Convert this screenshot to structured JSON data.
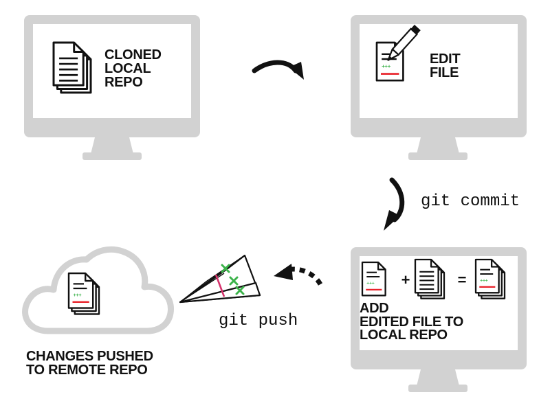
{
  "steps": {
    "cloned": {
      "line1": "CLONED",
      "line2": "LOCAL",
      "line3": "REPO"
    },
    "edit": {
      "line1": "EDIT",
      "line2": "FILE"
    },
    "add": {
      "line1": "ADD",
      "line2": "EDITED FILE TO",
      "line3": "LOCAL REPO"
    },
    "pushed": {
      "line1": "CHANGES PUSHED",
      "line2": "TO REMOTE REPO"
    }
  },
  "commands": {
    "commit": "git commit",
    "push": "git push"
  },
  "doc_marks": {
    "plus": "+++"
  },
  "operators": {
    "plus": "+",
    "equals": "="
  },
  "colors": {
    "monitor": "#d2d2d2",
    "screen": "#ffffff",
    "ink": "#111111",
    "diff_green": "#3bb34a",
    "diff_red": "#e8222a",
    "plane_pink": "#d6336c",
    "cloud": "#d2d2d2"
  },
  "icons": [
    "monitor-icon",
    "document-stack-icon",
    "pencil-icon",
    "paper-plane-icon",
    "cloud-icon",
    "curved-arrow-icon",
    "dotted-arrow-icon"
  ]
}
